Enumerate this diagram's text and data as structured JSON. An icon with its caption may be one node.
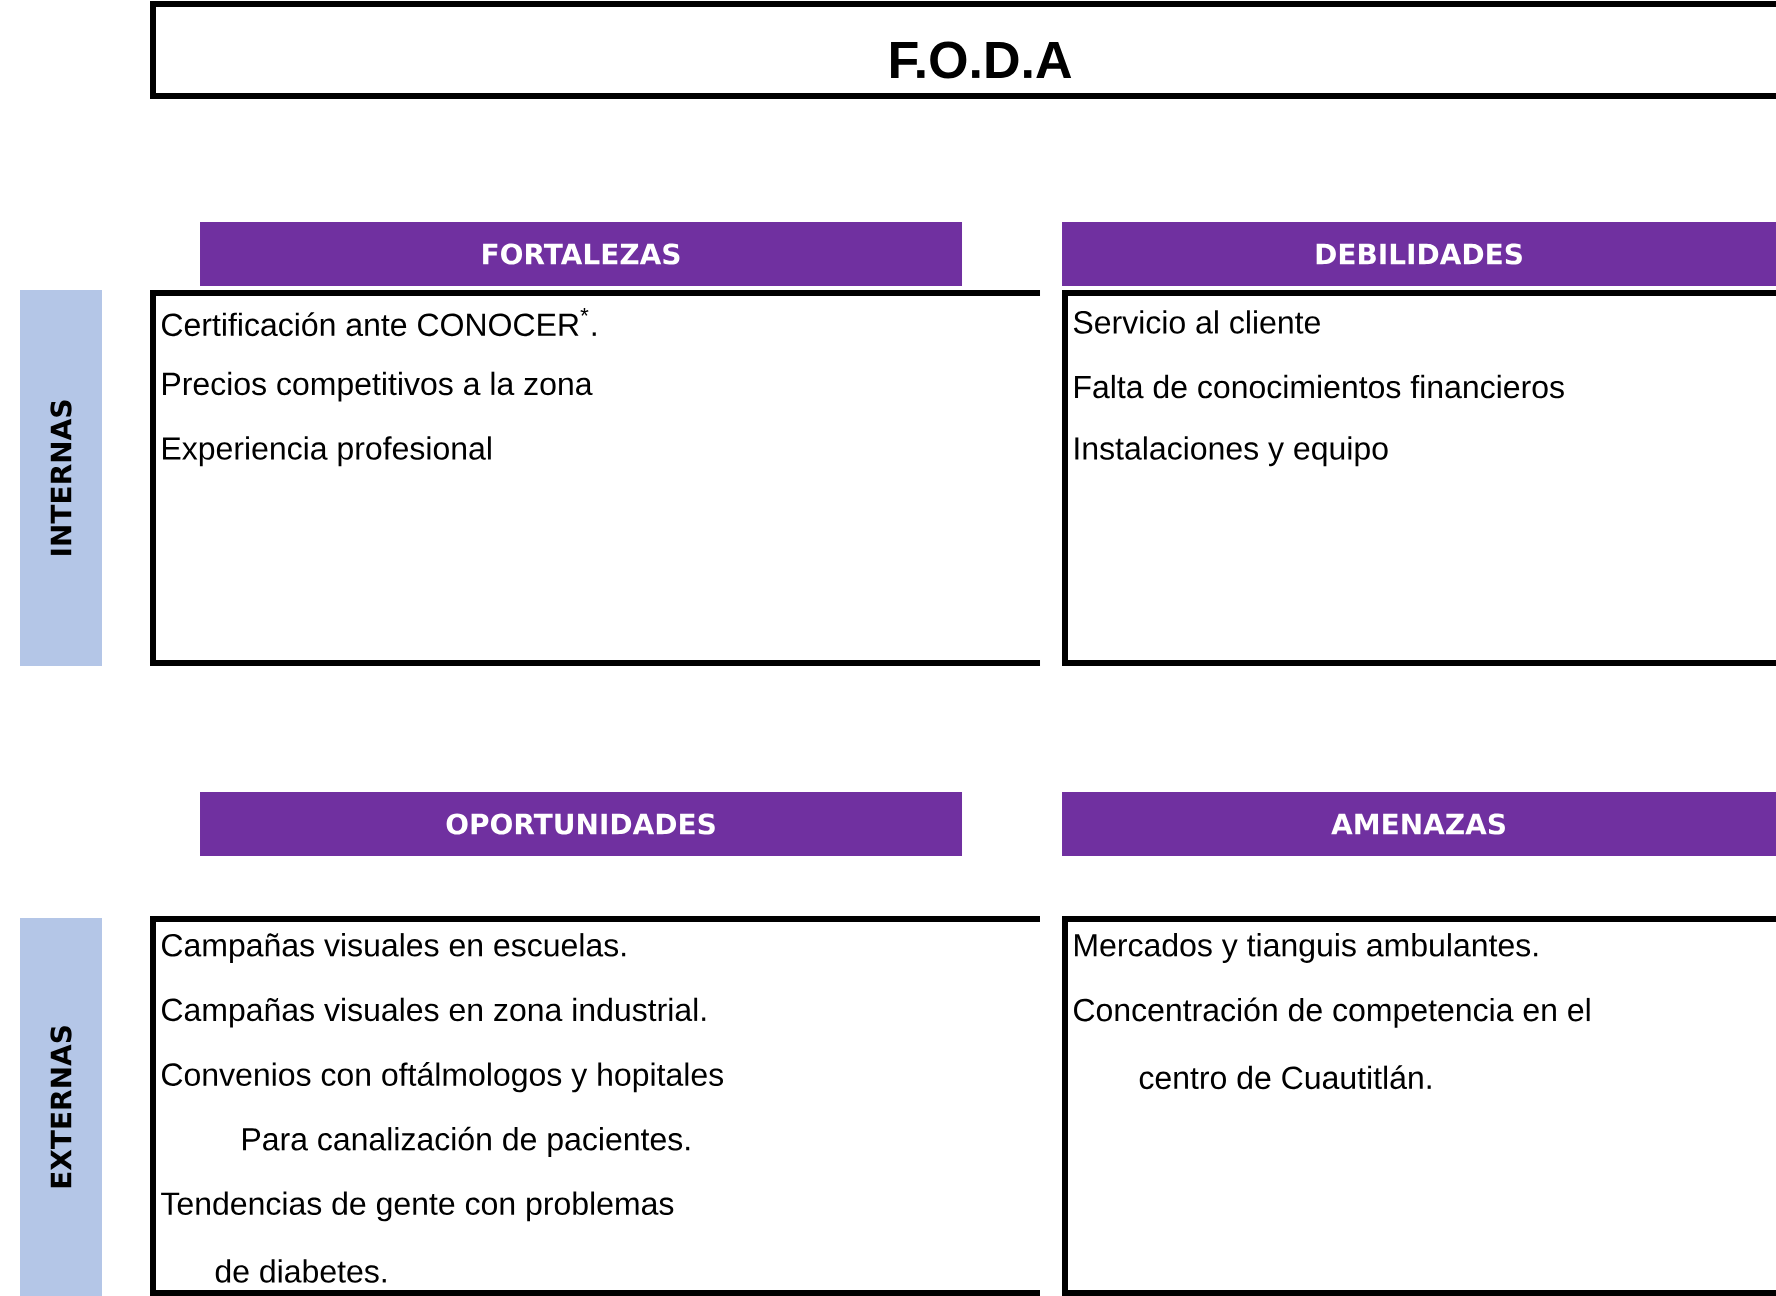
{
  "diagram": {
    "title": "F.O.D.A",
    "nodes": [
      {
        "text": [
          "FORTALEZAS"
        ]
      },
      {
        "text": [
          "DEBILIDADES"
        ]
      },
      {
        "text": [
          "INTERNAS"
        ]
      },
      {
        "text": [
          "Certificación ante CONOCER$^{*}$.",
          "Precios competitivos a la zona",
          "Experiencia profesional"
        ]
      },
      {
        "text": [
          "Servicio al cliente",
          "Falta de conocimientos financieros",
          "Instalaciones y equipo"
        ]
      },
      {
        "text": [
          "OPORTUNIDADES"
        ]
      },
      {
        "text": [
          "AMENAZAS"
        ]
      },
      {
        "text": [
          "EXTERNAS"
        ]
      },
      {
        "text": [
          "Campañas visuales en escuelas.",
          "Campañas visuales en zona industrial.",
          "Convenios con oftálmologos y hopitales",
          "Para canalización de pacientes.",
          "Tendencias de gente con problemas",
          "de diabetes."
        ]
      },
      {
        "text": [
          "Mercados y  tianguis ambulantes.",
          "Concentración de competencia en el",
          "centro de Cuautitlán."
        ]
      }
    ]
  }
}
